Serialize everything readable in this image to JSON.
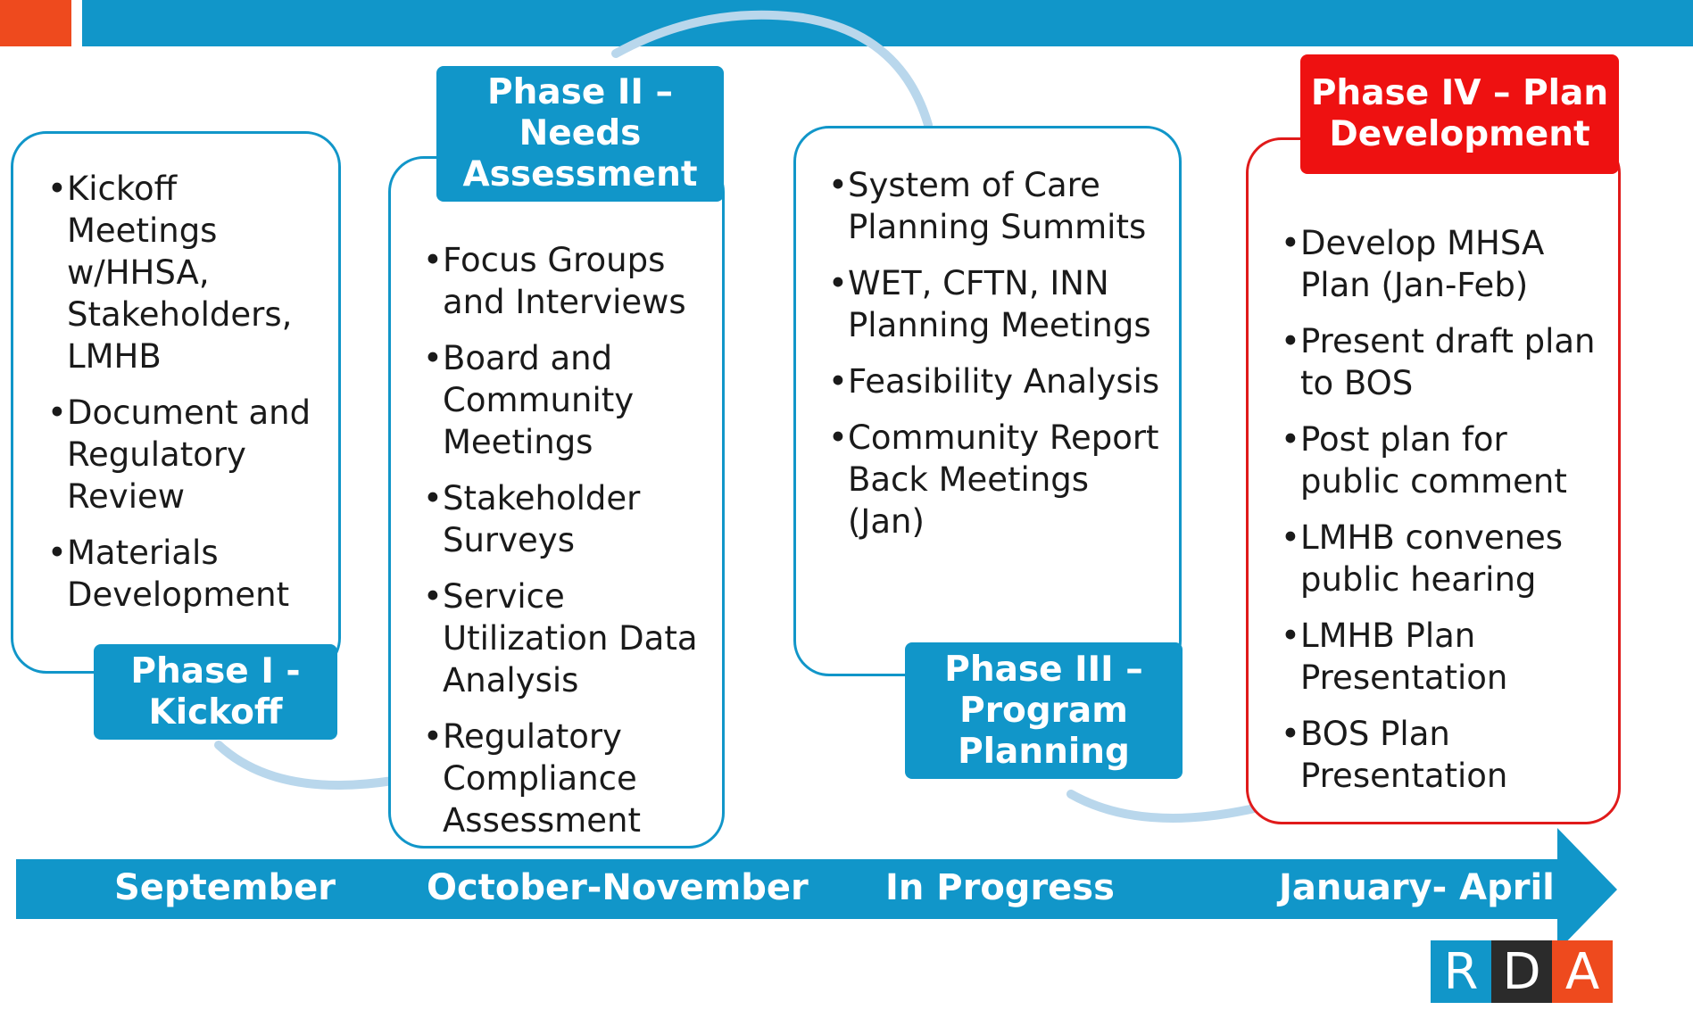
{
  "colors": {
    "blue": "#1196c9",
    "red": "#e01a1a",
    "accent_orange": "#ee4a1e",
    "arc": "#b9d7ec"
  },
  "phases": [
    {
      "title": "Phase I - Kickoff",
      "items": [
        "Kickoff Meetings w/HHSA, Stakeholders, LMHB",
        "Document and Regulatory Review",
        "Materials Development"
      ]
    },
    {
      "title": "Phase II – Needs Assessment",
      "items": [
        "Focus Groups and Interviews",
        "Board and Community Meetings",
        "Stakeholder Surveys",
        "Service Utilization Data Analysis",
        "Regulatory Compliance Assessment"
      ]
    },
    {
      "title": "Phase III – Program Planning",
      "items": [
        "System of Care Planning Summits",
        "WET, CFTN, INN Planning Meetings",
        "Feasibility Analysis",
        "Community Report Back Meetings (Jan)"
      ]
    },
    {
      "title": "Phase IV – Plan Development",
      "items": [
        "Develop MHSA Plan (Jan-Feb)",
        "Present draft plan to BOS",
        "Post plan for public comment",
        "LMHB convenes public hearing",
        "LMHB Plan Presentation",
        "BOS Plan Presentation"
      ]
    }
  ],
  "timeline": [
    "September",
    "October-November",
    "In Progress",
    "January- April"
  ],
  "logo": {
    "letters": [
      "R",
      "D",
      "A"
    ],
    "colors": [
      "#1196c9",
      "#2b2b2b",
      "#ee4a1e"
    ]
  }
}
